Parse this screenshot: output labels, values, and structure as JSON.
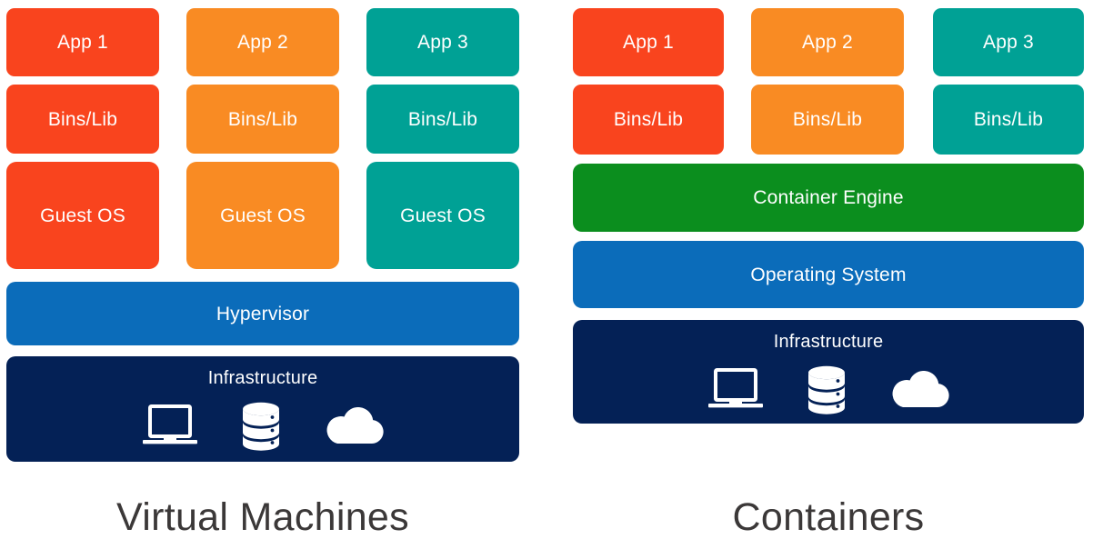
{
  "diagram": {
    "title_left": "Virtual Machines",
    "title_right": "Containers",
    "colors": {
      "red": "#F9441E",
      "orange": "#F98B23",
      "teal": "#00A195",
      "blue": "#0B6CBA",
      "green": "#0B8E1E",
      "navy": "#042156",
      "caption_text": "#3B3838",
      "block_text": "#FFFFFF",
      "background": "#FFFFFF"
    }
  },
  "virtual_machines": {
    "caption": "Virtual Machines",
    "columns": [
      {
        "app": "App 1",
        "bins": "Bins/Lib",
        "guest_os": "Guest OS",
        "color": "#F9441E"
      },
      {
        "app": "App 2",
        "bins": "Bins/Lib",
        "guest_os": "Guest OS",
        "color": "#F98B23"
      },
      {
        "app": "App 3",
        "bins": "Bins/Lib",
        "guest_os": "Guest OS",
        "color": "#00A195"
      }
    ],
    "hypervisor": "Hypervisor",
    "infrastructure": "Infrastructure",
    "infrastructure_icons": [
      "laptop-icon",
      "database-icon",
      "cloud-icon"
    ]
  },
  "containers": {
    "caption": "Containers",
    "columns": [
      {
        "app": "App 1",
        "bins": "Bins/Lib",
        "color": "#F9441E"
      },
      {
        "app": "App 2",
        "bins": "Bins/Lib",
        "color": "#F98B23"
      },
      {
        "app": "App 3",
        "bins": "Bins/Lib",
        "color": "#00A195"
      }
    ],
    "container_engine": "Container Engine",
    "operating_system": "Operating System",
    "infrastructure": "Infrastructure",
    "infrastructure_icons": [
      "laptop-icon",
      "database-icon",
      "cloud-icon"
    ]
  }
}
